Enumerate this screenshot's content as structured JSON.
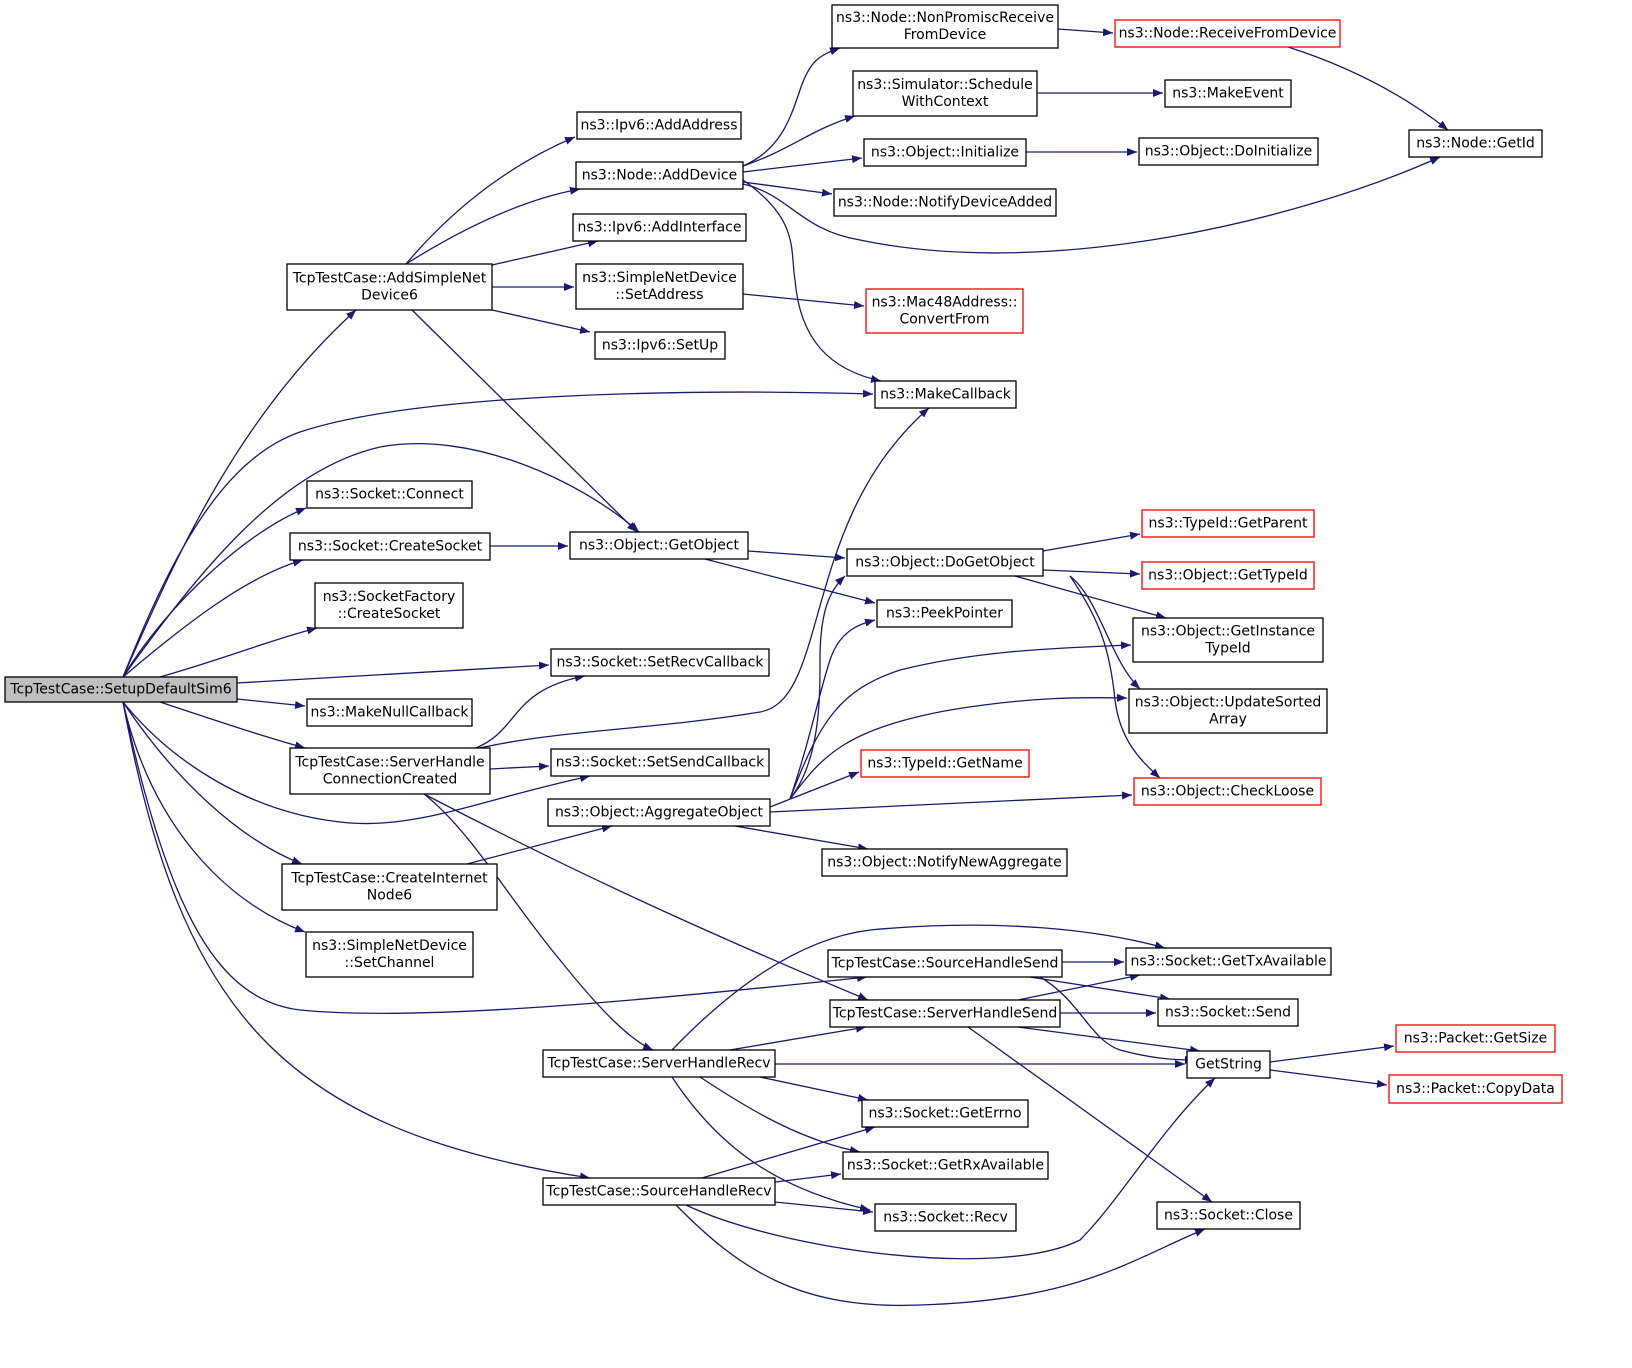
{
  "colors": {
    "edge": "#191970",
    "node_border": "#000000",
    "node_border_truncated": "#ff0000",
    "root_fill": "#bfbfbf",
    "node_fill": "#ffffff"
  },
  "nodes": {
    "setup": {
      "lines": [
        "TcpTestCase::SetupDefaultSim6"
      ],
      "kind": "root"
    },
    "addsimple": {
      "lines": [
        "TcpTestCase::AddSimpleNet",
        "Device6"
      ]
    },
    "connect": {
      "lines": [
        "ns3::Socket::Connect"
      ]
    },
    "createsocket": {
      "lines": [
        "ns3::Socket::CreateSocket"
      ]
    },
    "sfcreate": {
      "lines": [
        "ns3::SocketFactory",
        "::CreateSocket"
      ]
    },
    "setrecvcb": {
      "lines": [
        "ns3::Socket::SetRecvCallback"
      ]
    },
    "makenullcb": {
      "lines": [
        "ns3::MakeNullCallback"
      ]
    },
    "serverconn": {
      "lines": [
        "TcpTestCase::ServerHandle",
        "ConnectionCreated"
      ]
    },
    "setsendcb": {
      "lines": [
        "ns3::Socket::SetSendCallback"
      ]
    },
    "createinet": {
      "lines": [
        "TcpTestCase::CreateInternet",
        "Node6"
      ]
    },
    "setchannel": {
      "lines": [
        "ns3::SimpleNetDevice",
        "::SetChannel"
      ]
    },
    "ipv6addaddr": {
      "lines": [
        "ns3::Ipv6::AddAddress"
      ]
    },
    "nodeadddev": {
      "lines": [
        "ns3::Node::AddDevice"
      ]
    },
    "ipv6addif": {
      "lines": [
        "ns3::Ipv6::AddInterface"
      ]
    },
    "sndsetaddr": {
      "lines": [
        "ns3::SimpleNetDevice",
        "::SetAddress"
      ]
    },
    "ipv6setup": {
      "lines": [
        "ns3::Ipv6::SetUp"
      ]
    },
    "getobject": {
      "lines": [
        "ns3::Object::GetObject"
      ]
    },
    "aggobj": {
      "lines": [
        "ns3::Object::AggregateObject"
      ]
    },
    "serverrecv": {
      "lines": [
        "TcpTestCase::ServerHandleRecv"
      ]
    },
    "sourcerecv": {
      "lines": [
        "TcpTestCase::SourceHandleRecv"
      ]
    },
    "nonpromisc": {
      "lines": [
        "ns3::Node::NonPromiscReceive",
        "FromDevice"
      ]
    },
    "schedctx": {
      "lines": [
        "ns3::Simulator::Schedule",
        "WithContext"
      ]
    },
    "objinit": {
      "lines": [
        "ns3::Object::Initialize"
      ]
    },
    "notifydev": {
      "lines": [
        "ns3::Node::NotifyDeviceAdded"
      ]
    },
    "mac48": {
      "lines": [
        "ns3::Mac48Address::",
        "ConvertFrom"
      ],
      "kind": "truncated"
    },
    "makecb": {
      "lines": [
        "ns3::MakeCallback"
      ]
    },
    "dogetobj": {
      "lines": [
        "ns3::Object::DoGetObject"
      ]
    },
    "peekptr": {
      "lines": [
        "ns3::PeekPointer"
      ]
    },
    "typeidgetname": {
      "lines": [
        "ns3::TypeId::GetName"
      ],
      "kind": "truncated"
    },
    "notifyagg": {
      "lines": [
        "ns3::Object::NotifyNewAggregate"
      ]
    },
    "sourcesend": {
      "lines": [
        "TcpTestCase::SourceHandleSend"
      ]
    },
    "serversend": {
      "lines": [
        "TcpTestCase::ServerHandleSend"
      ]
    },
    "geterrno": {
      "lines": [
        "ns3::Socket::GetErrno"
      ]
    },
    "getrxavail": {
      "lines": [
        "ns3::Socket::GetRxAvailable"
      ]
    },
    "sockrecv": {
      "lines": [
        "ns3::Socket::Recv"
      ]
    },
    "nodereceive": {
      "lines": [
        "ns3::Node::ReceiveFromDevice"
      ],
      "kind": "truncated"
    },
    "makeevent": {
      "lines": [
        "ns3::MakeEvent"
      ]
    },
    "doinit": {
      "lines": [
        "ns3::Object::DoInitialize"
      ]
    },
    "typeidparent": {
      "lines": [
        "ns3::TypeId::GetParent"
      ],
      "kind": "truncated"
    },
    "objgettypeid": {
      "lines": [
        "ns3::Object::GetTypeId"
      ],
      "kind": "truncated"
    },
    "instancetypeid": {
      "lines": [
        "ns3::Object::GetInstance",
        "TypeId"
      ]
    },
    "updatesorted": {
      "lines": [
        "ns3::Object::UpdateSorted",
        "Array"
      ]
    },
    "checkloose": {
      "lines": [
        "ns3::Object::CheckLoose"
      ],
      "kind": "truncated"
    },
    "gettxavail": {
      "lines": [
        "ns3::Socket::GetTxAvailable"
      ]
    },
    "socksend": {
      "lines": [
        "ns3::Socket::Send"
      ]
    },
    "getstring": {
      "lines": [
        "GetString"
      ]
    },
    "sockclose": {
      "lines": [
        "ns3::Socket::Close"
      ]
    },
    "nodegetid": {
      "lines": [
        "ns3::Node::GetId"
      ]
    },
    "pktgetsize": {
      "lines": [
        "ns3::Packet::GetSize"
      ],
      "kind": "truncated"
    },
    "pktcopydata": {
      "lines": [
        "ns3::Packet::CopyData"
      ],
      "kind": "truncated"
    }
  },
  "edges": [
    [
      "setup",
      "addsimple"
    ],
    [
      "setup",
      "makecb"
    ],
    [
      "setup",
      "getobject"
    ],
    [
      "setup",
      "connect"
    ],
    [
      "setup",
      "createsocket"
    ],
    [
      "setup",
      "sfcreate"
    ],
    [
      "setup",
      "setrecvcb"
    ],
    [
      "setup",
      "makenullcb"
    ],
    [
      "setup",
      "serverconn"
    ],
    [
      "setup",
      "setsendcb"
    ],
    [
      "setup",
      "createinet"
    ],
    [
      "setup",
      "setchannel"
    ],
    [
      "setup",
      "sourcesend"
    ],
    [
      "setup",
      "sourcerecv"
    ],
    [
      "addsimple",
      "ipv6addaddr"
    ],
    [
      "addsimple",
      "nodeadddev"
    ],
    [
      "addsimple",
      "ipv6addif"
    ],
    [
      "addsimple",
      "sndsetaddr"
    ],
    [
      "addsimple",
      "ipv6setup"
    ],
    [
      "addsimple",
      "getobject"
    ],
    [
      "createsocket",
      "getobject"
    ],
    [
      "serverconn",
      "setrecvcb"
    ],
    [
      "serverconn",
      "setsendcb"
    ],
    [
      "serverconn",
      "makecb"
    ],
    [
      "serverconn",
      "serverrecv"
    ],
    [
      "serverconn",
      "serversend"
    ],
    [
      "createinet",
      "aggobj"
    ],
    [
      "nodeadddev",
      "nonpromisc"
    ],
    [
      "nodeadddev",
      "schedctx"
    ],
    [
      "nodeadddev",
      "objinit"
    ],
    [
      "nodeadddev",
      "notifydev"
    ],
    [
      "nodeadddev",
      "makecb"
    ],
    [
      "nodeadddev",
      "nodegetid"
    ],
    [
      "nonpromisc",
      "nodereceive"
    ],
    [
      "nodereceive",
      "nodegetid"
    ],
    [
      "schedctx",
      "makeevent"
    ],
    [
      "objinit",
      "doinit"
    ],
    [
      "sndsetaddr",
      "mac48"
    ],
    [
      "getobject",
      "dogetobj"
    ],
    [
      "getobject",
      "peekptr"
    ],
    [
      "dogetobj",
      "typeidparent"
    ],
    [
      "dogetobj",
      "objgettypeid"
    ],
    [
      "dogetobj",
      "instancetypeid"
    ],
    [
      "dogetobj",
      "updatesorted"
    ],
    [
      "dogetobj",
      "checkloose"
    ],
    [
      "aggobj",
      "dogetobj"
    ],
    [
      "aggobj",
      "peekptr"
    ],
    [
      "aggobj",
      "instancetypeid"
    ],
    [
      "aggobj",
      "updatesorted"
    ],
    [
      "aggobj",
      "typeidgetname"
    ],
    [
      "aggobj",
      "checkloose"
    ],
    [
      "aggobj",
      "notifyagg"
    ],
    [
      "serverrecv",
      "gettxavail"
    ],
    [
      "serverrecv",
      "serversend"
    ],
    [
      "serverrecv",
      "getstring"
    ],
    [
      "serverrecv",
      "geterrno"
    ],
    [
      "serverrecv",
      "getrxavail"
    ],
    [
      "serverrecv",
      "sockrecv"
    ],
    [
      "sourcesend",
      "gettxavail"
    ],
    [
      "sourcesend",
      "socksend"
    ],
    [
      "sourcesend",
      "getstring"
    ],
    [
      "serversend",
      "gettxavail"
    ],
    [
      "serversend",
      "socksend"
    ],
    [
      "serversend",
      "getstring"
    ],
    [
      "serversend",
      "sockclose"
    ],
    [
      "sourcerecv",
      "geterrno"
    ],
    [
      "sourcerecv",
      "getrxavail"
    ],
    [
      "sourcerecv",
      "sockrecv"
    ],
    [
      "sourcerecv",
      "getstring"
    ],
    [
      "sourcerecv",
      "sockclose"
    ],
    [
      "getstring",
      "pktgetsize"
    ],
    [
      "getstring",
      "pktcopydata"
    ]
  ]
}
